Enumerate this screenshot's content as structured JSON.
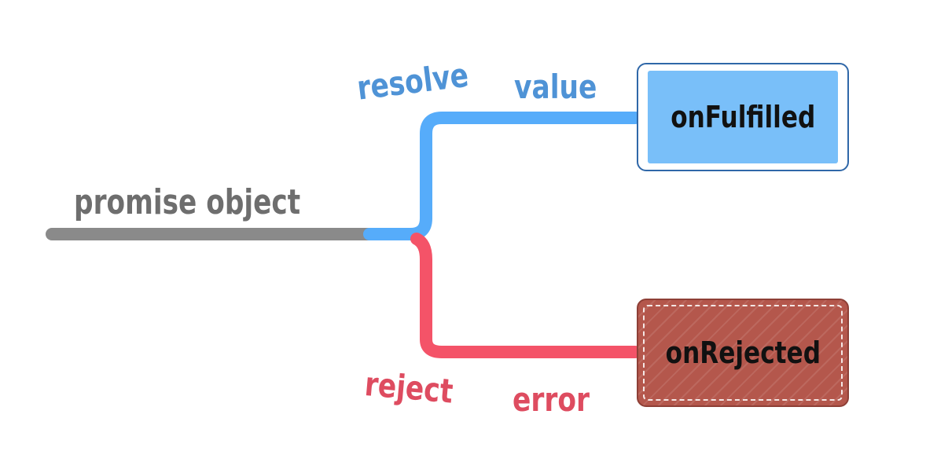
{
  "labels": {
    "promise": "promise object",
    "resolve": "resolve",
    "value": "value",
    "reject": "reject",
    "error": "error"
  },
  "handlers": {
    "fulfilled": "onFulfilled",
    "rejected": "onRejected"
  },
  "colors": {
    "promise_line": "#8a8a8a",
    "resolve_path": "#56acfa",
    "reject_path": "#f45368",
    "fulfilled_fill": "#79bff9",
    "fulfilled_border": "#2f67a8",
    "rejected_fill": "#b4574c",
    "rejected_border": "#8e3f36"
  }
}
